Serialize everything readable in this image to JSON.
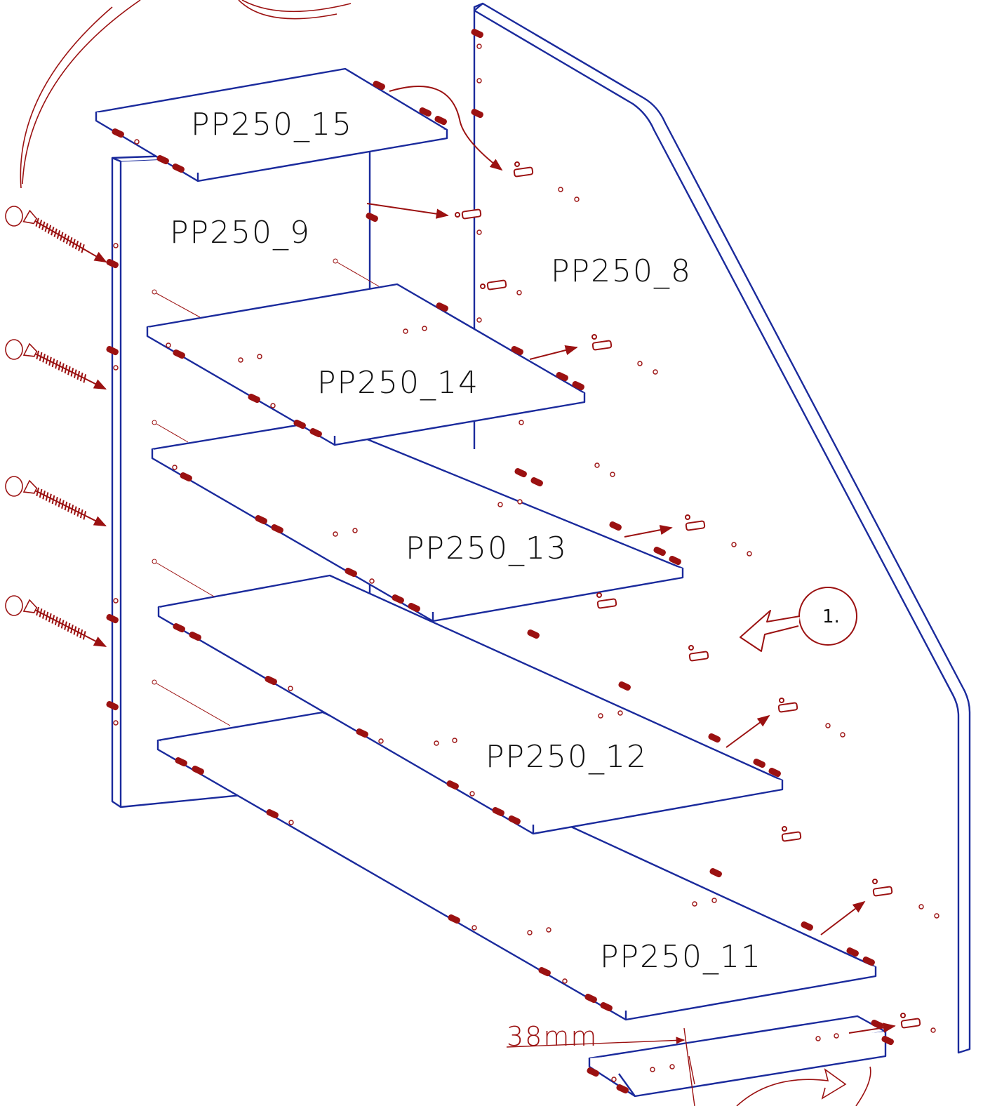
{
  "colors": {
    "panel_line": "#1a2a9c",
    "hardware": "#9b1111",
    "background": "#ffffff",
    "text": "#111111"
  },
  "parts": {
    "side_left": "PP250_9",
    "side_right": "PP250_8",
    "shelf_top": "PP250_15",
    "shelf_2": "PP250_14",
    "shelf_3": "PP250_13",
    "shelf_4": "PP250_12",
    "shelf_5": "PP250_11"
  },
  "dimension": {
    "label": "38mm"
  },
  "step": {
    "number": "1."
  },
  "icons": [
    "screw-icon",
    "dowel-icon",
    "rotation-arrow-icon",
    "insert-arrow-icon",
    "step-callout-arrow-icon"
  ]
}
